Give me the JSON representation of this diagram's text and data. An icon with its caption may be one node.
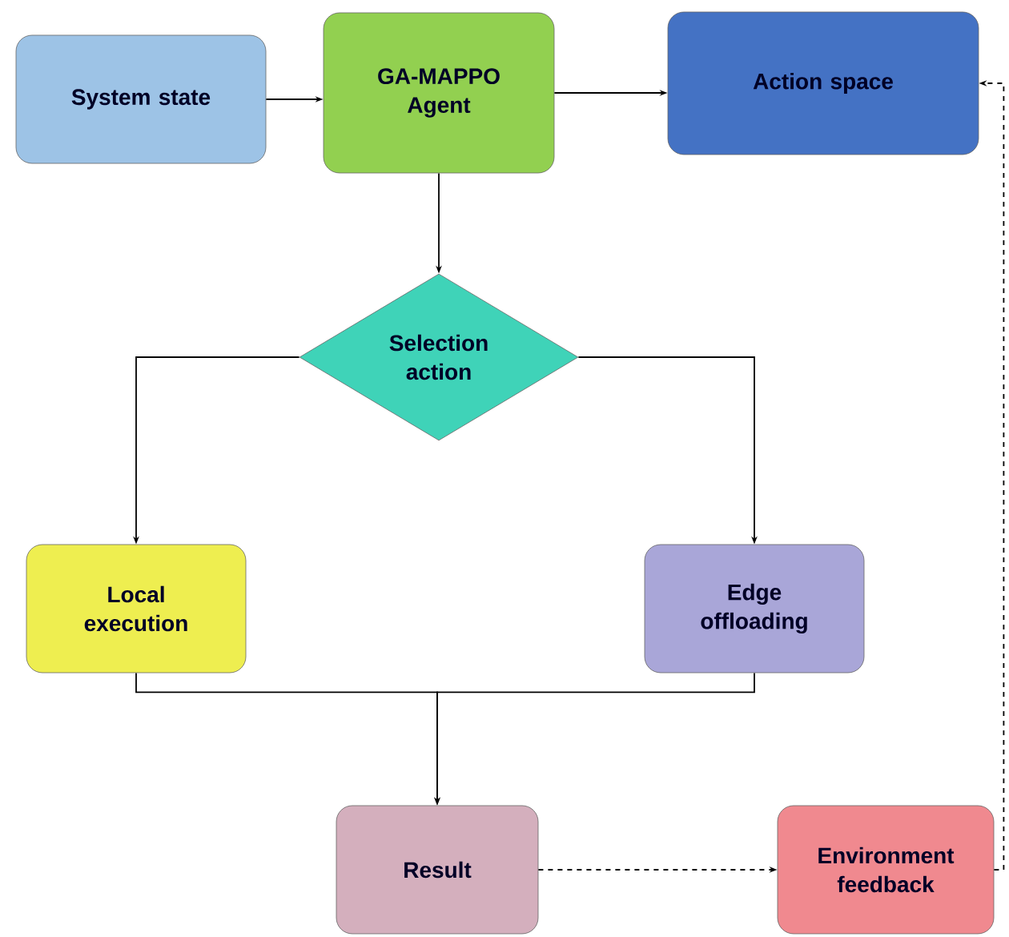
{
  "diagram": {
    "nodes": [
      {
        "text": [
          "System state"
        ]
      },
      {
        "text": [
          "GA-MAPPO Agent"
        ]
      },
      {
        "text": [
          "Action space"
        ]
      },
      {
        "text": [
          "Selection action"
        ]
      },
      {
        "text": [
          "Local execution"
        ]
      },
      {
        "text": [
          "Edge offloading"
        ]
      },
      {
        "text": [
          "Result"
        ]
      },
      {
        "text": [
          "Environment feedback"
        ]
      }
    ],
    "edges": [
      {
        "from": 0,
        "to": 1,
        "arrow": "to"
      },
      {
        "from": 1,
        "to": 2,
        "arrow": "to"
      },
      {
        "from": 1,
        "to": 3,
        "arrow": "to"
      },
      {
        "from": 3,
        "to": 4,
        "arrow": "to"
      },
      {
        "from": 3,
        "to": 5,
        "arrow": "to"
      },
      {
        "from": 4,
        "to": 6,
        "arrow": "to"
      },
      {
        "from": 5,
        "to": 6,
        "arrow": "to"
      },
      {
        "from": 6,
        "to": 7,
        "arrow": "to",
        "style": "dashed"
      },
      {
        "from": 7,
        "to": 2,
        "arrow": "to",
        "style": "dashed"
      }
    ]
  }
}
